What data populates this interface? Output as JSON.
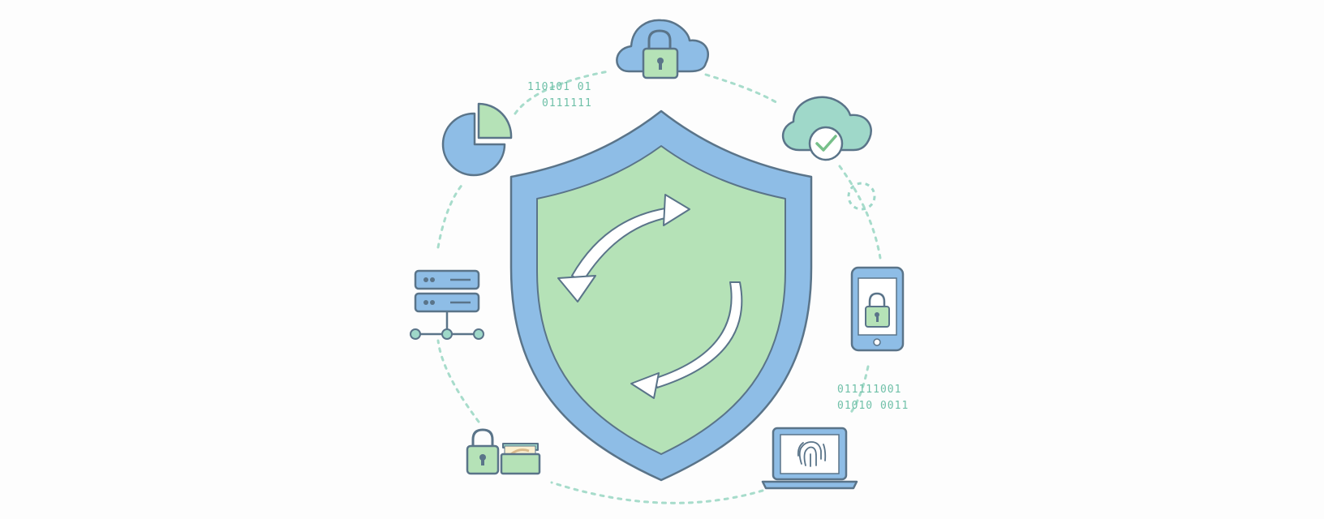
{
  "colors": {
    "background": "#fdfdfd",
    "shield_outer": "#8ebde6",
    "shield_inner": "#b5e2b7",
    "outline": "#5a7489",
    "icon_blue": "#8ebde6",
    "icon_green": "#b5e2b7",
    "icon_teal": "#9fd8c9",
    "dashed_ring": "#a7dccb",
    "binary_text": "#6fc0a8"
  },
  "icons": [
    "shield-icon",
    "sync-arrows-icon",
    "cloud-lock-icon",
    "cloud-check-icon",
    "pie-chart-icon",
    "server-network-icon",
    "smartphone-lock-icon",
    "laptop-fingerprint-icon",
    "padlock-icon",
    "folder-icon",
    "sync-dots-icon"
  ],
  "binary": {
    "top_left": [
      "110101 01",
      "0111111"
    ],
    "bottom_right": [
      "011111001",
      "01010 0011"
    ]
  }
}
